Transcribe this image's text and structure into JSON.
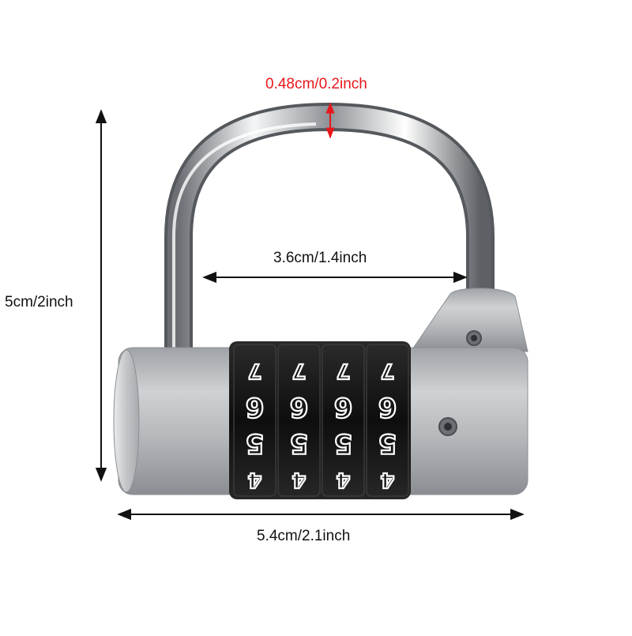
{
  "dimensions": {
    "shackle_thickness": "0.48cm/0.2inch",
    "shackle_inner_width": "3.6cm/1.4inch",
    "total_height": "5cm/2inch",
    "body_width": "5.4cm/2.1inch"
  },
  "dials": [
    {
      "digits": [
        "7",
        "6",
        "5",
        "4"
      ]
    },
    {
      "digits": [
        "7",
        "6",
        "5",
        "4"
      ]
    },
    {
      "digits": [
        "7",
        "6",
        "5",
        "4"
      ]
    },
    {
      "digits": [
        "7",
        "6",
        "5",
        "4"
      ]
    }
  ],
  "colors": {
    "dimension_accent": "#e8161b",
    "dimension_line": "#111111",
    "lock_body": "#b9bcbf",
    "dial": "#151515",
    "digit": "#ffffff"
  }
}
